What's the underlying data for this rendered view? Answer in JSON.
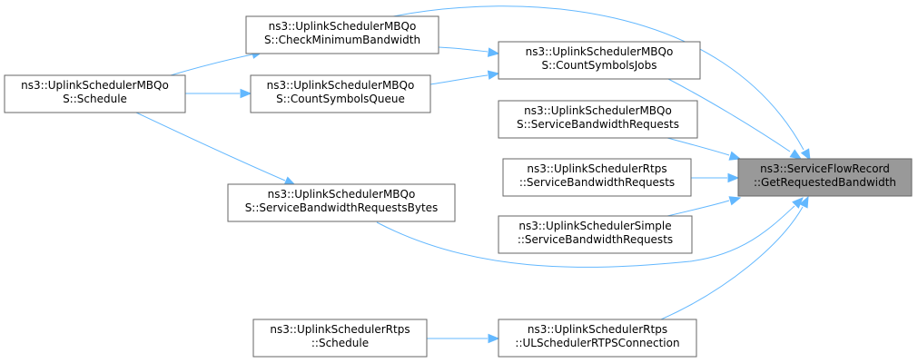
{
  "graph": {
    "nodes": [
      {
        "id": "target",
        "lines": [
          "ns3::ServiceFlowRecord",
          "::GetRequestedBandwidth"
        ],
        "highlight": true
      },
      {
        "id": "mbqos-check-min-bw",
        "lines": [
          "ns3::UplinkSchedulerMBQo",
          "S::CheckMinimumBandwidth"
        ]
      },
      {
        "id": "mbqos-count-jobs",
        "lines": [
          "ns3::UplinkSchedulerMBQo",
          "S::CountSymbolsJobs"
        ]
      },
      {
        "id": "mbqos-schedule",
        "lines": [
          "ns3::UplinkSchedulerMBQo",
          "S::Schedule"
        ]
      },
      {
        "id": "mbqos-count-queue",
        "lines": [
          "ns3::UplinkSchedulerMBQo",
          "S::CountSymbolsQueue"
        ]
      },
      {
        "id": "mbqos-sbr",
        "lines": [
          "ns3::UplinkSchedulerMBQo",
          "S::ServiceBandwidthRequests"
        ]
      },
      {
        "id": "rtps-sbr",
        "lines": [
          "ns3::UplinkSchedulerRtps",
          "::ServiceBandwidthRequests"
        ]
      },
      {
        "id": "mbqos-sbr-bytes",
        "lines": [
          "ns3::UplinkSchedulerMBQo",
          "S::ServiceBandwidthRequestsBytes"
        ]
      },
      {
        "id": "simple-sbr",
        "lines": [
          "ns3::UplinkSchedulerSimple",
          "::ServiceBandwidthRequests"
        ]
      },
      {
        "id": "rtps-schedule",
        "lines": [
          "ns3::UplinkSchedulerRtps",
          "::Schedule"
        ]
      },
      {
        "id": "rtps-ul-conn",
        "lines": [
          "ns3::UplinkSchedulerRtps",
          "::ULSchedulerRTPSConnection"
        ]
      }
    ],
    "edges": [
      {
        "from": "mbqos-check-min-bw",
        "to": "target"
      },
      {
        "from": "mbqos-check-min-bw",
        "to": "mbqos-count-jobs"
      },
      {
        "from": "mbqos-count-jobs",
        "to": "target"
      },
      {
        "from": "mbqos-schedule",
        "to": "mbqos-check-min-bw"
      },
      {
        "from": "mbqos-schedule",
        "to": "mbqos-count-queue"
      },
      {
        "from": "mbqos-schedule",
        "to": "mbqos-sbr-bytes"
      },
      {
        "from": "mbqos-count-queue",
        "to": "mbqos-count-jobs"
      },
      {
        "from": "mbqos-sbr",
        "to": "target"
      },
      {
        "from": "rtps-sbr",
        "to": "target"
      },
      {
        "from": "simple-sbr",
        "to": "target"
      },
      {
        "from": "mbqos-sbr-bytes",
        "to": "target"
      },
      {
        "from": "rtps-schedule",
        "to": "rtps-ul-conn"
      },
      {
        "from": "rtps-ul-conn",
        "to": "target"
      }
    ],
    "colors": {
      "edge": "#63b8ff",
      "node_border": "#666666",
      "highlight_fill": "#999999"
    }
  }
}
